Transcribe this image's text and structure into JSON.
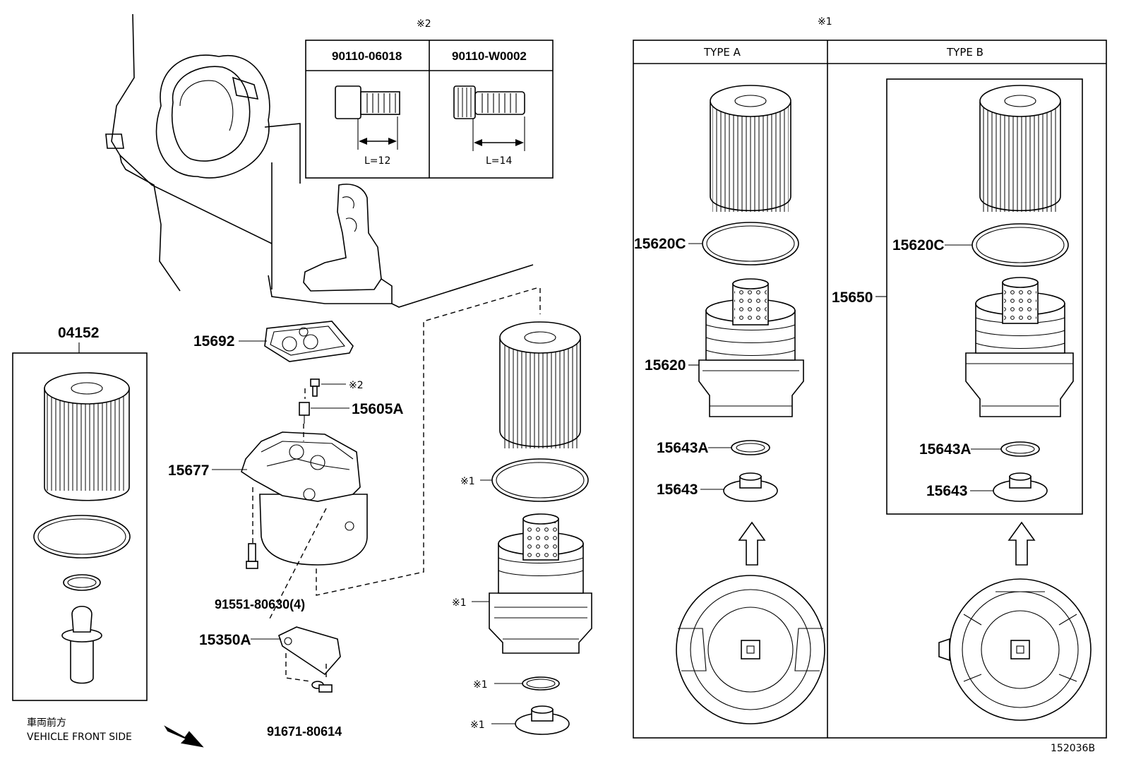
{
  "diagram_id": "152036B",
  "direction": {
    "jp": "車両前方",
    "en": "VEHICLE FRONT SIDE"
  },
  "callouts": {
    "note1": "※1",
    "note2": "※2"
  },
  "bolt_table": {
    "ref": "※2",
    "bolts": [
      {
        "part": "90110-06018",
        "length": "L=12"
      },
      {
        "part": "90110-W0002",
        "length": "L=14"
      }
    ]
  },
  "types": {
    "ref": "※1",
    "type_a": {
      "label": "TYPE A",
      "parts": [
        "15620C",
        "15620",
        "15643A",
        "15643"
      ]
    },
    "type_b": {
      "label": "TYPE B",
      "assembly": "15650",
      "parts": [
        "15620C",
        "15643A",
        "15643"
      ]
    }
  },
  "kit": {
    "part": "04152"
  },
  "labels": {
    "gasket": "15692",
    "bolt_note": "※2",
    "union": "15605A",
    "housing": "15677",
    "bolts4": "91551-80630(4)",
    "sensor": "15350A",
    "screw": "91671-80614",
    "mid_oring": "※1",
    "mid_cap": "※1",
    "mid_small_oring": "※1",
    "mid_plug": "※1"
  }
}
